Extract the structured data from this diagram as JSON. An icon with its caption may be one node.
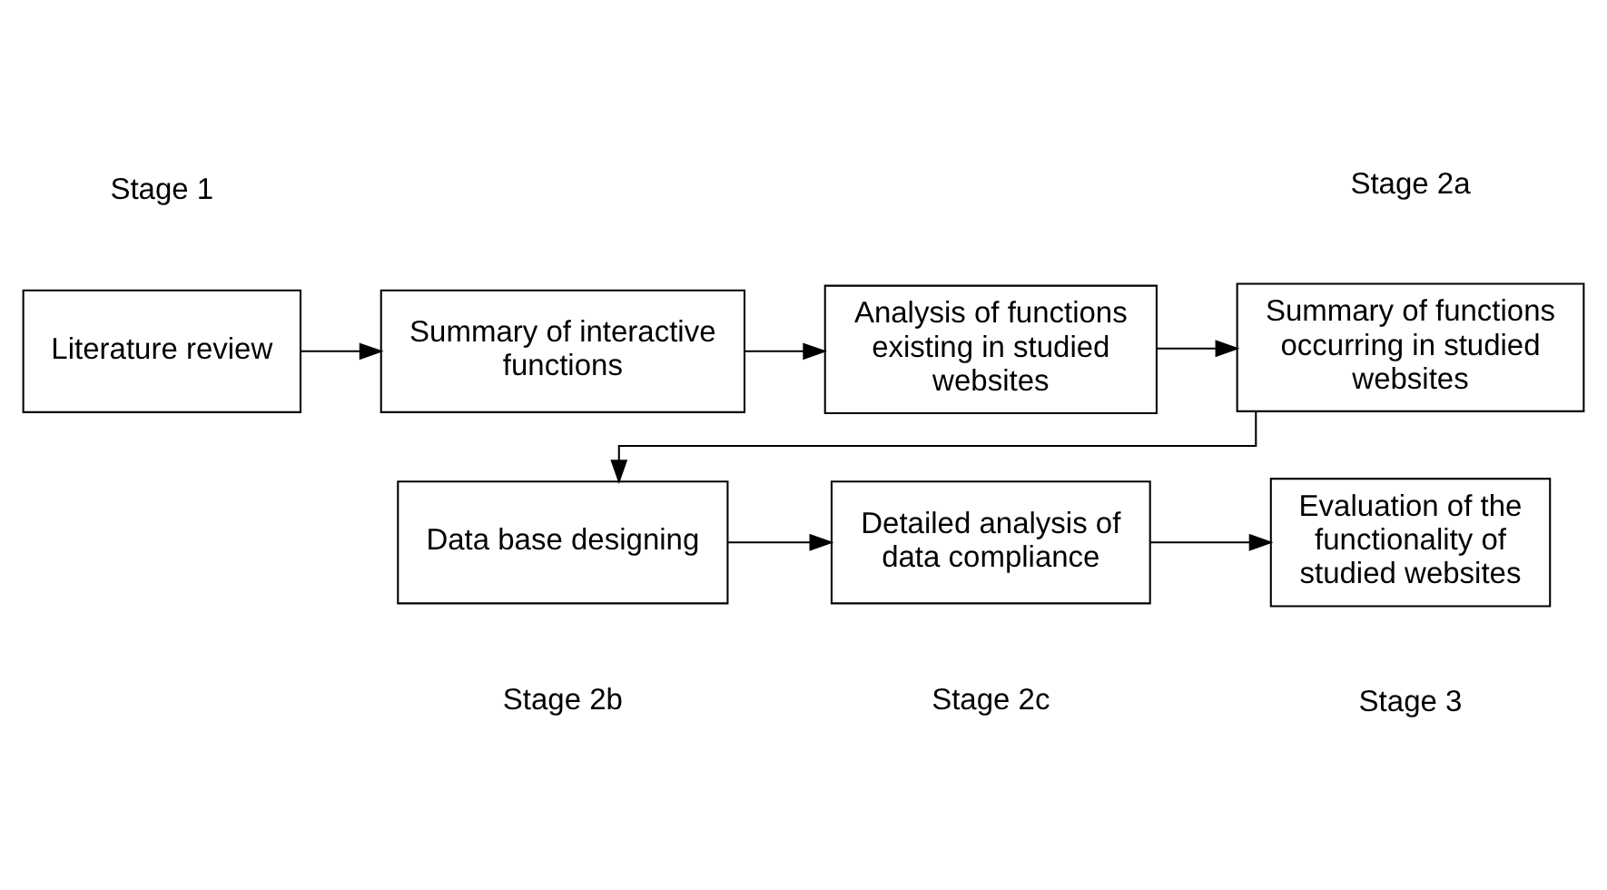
{
  "diagram": {
    "nodes": [
      {
        "text": [
          "Literature review"
        ]
      },
      {
        "text": [
          "Summary of interactive functions"
        ]
      },
      {
        "text": [
          "Analysis of functions existing in studied websites"
        ]
      },
      {
        "text": [
          "Summary of functions occurring in studied websites"
        ]
      },
      {
        "text": [
          "Data base designing"
        ]
      },
      {
        "text": [
          "Detailed analysis of data compliance"
        ]
      },
      {
        "text": [
          "Evaluation of the functionality of studied websites"
        ]
      }
    ],
    "edges": [
      {
        "from": 0,
        "to": 1,
        "arrow": "to"
      },
      {
        "from": 1,
        "to": 2,
        "arrow": "to"
      },
      {
        "from": 2,
        "to": 3,
        "arrow": "to"
      },
      {
        "from": 3,
        "to": 4,
        "arrow": "to"
      },
      {
        "from": 4,
        "to": 5,
        "arrow": "to"
      },
      {
        "from": 5,
        "to": 6,
        "arrow": "to"
      }
    ],
    "labels": [
      "Stage 1",
      "Stage 2a",
      "Stage 2b",
      "Stage 2c",
      "Stage 3"
    ]
  }
}
